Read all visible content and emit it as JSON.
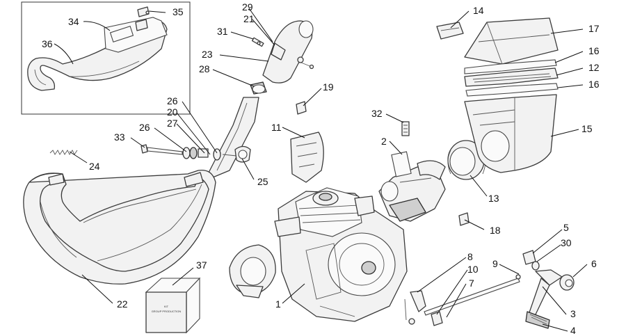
{
  "callouts": {
    "c1": "1",
    "c2": "2",
    "c3": "3",
    "c4": "4",
    "c5": "5",
    "c6": "6",
    "c7": "7",
    "c8": "8",
    "c9": "9",
    "c10": "10",
    "c11": "11",
    "c12": "12",
    "c13": "13",
    "c14": "14",
    "c15": "15",
    "c16a": "16",
    "c16b": "16",
    "c17": "17",
    "c18": "18",
    "c19": "19",
    "c20": "20",
    "c21": "21",
    "c22": "22",
    "c23": "23",
    "c24": "24",
    "c25": "25",
    "c26a": "26",
    "c26b": "26",
    "c27": "27",
    "c28": "28",
    "c29": "29",
    "c30": "30",
    "c31": "31",
    "c32": "32",
    "c33": "33",
    "c34": "34",
    "c35": "35",
    "c36": "36",
    "c37": "37"
  },
  "box_label": {
    "line1": "KIT",
    "line2": "GROUP PRODUCTION"
  }
}
